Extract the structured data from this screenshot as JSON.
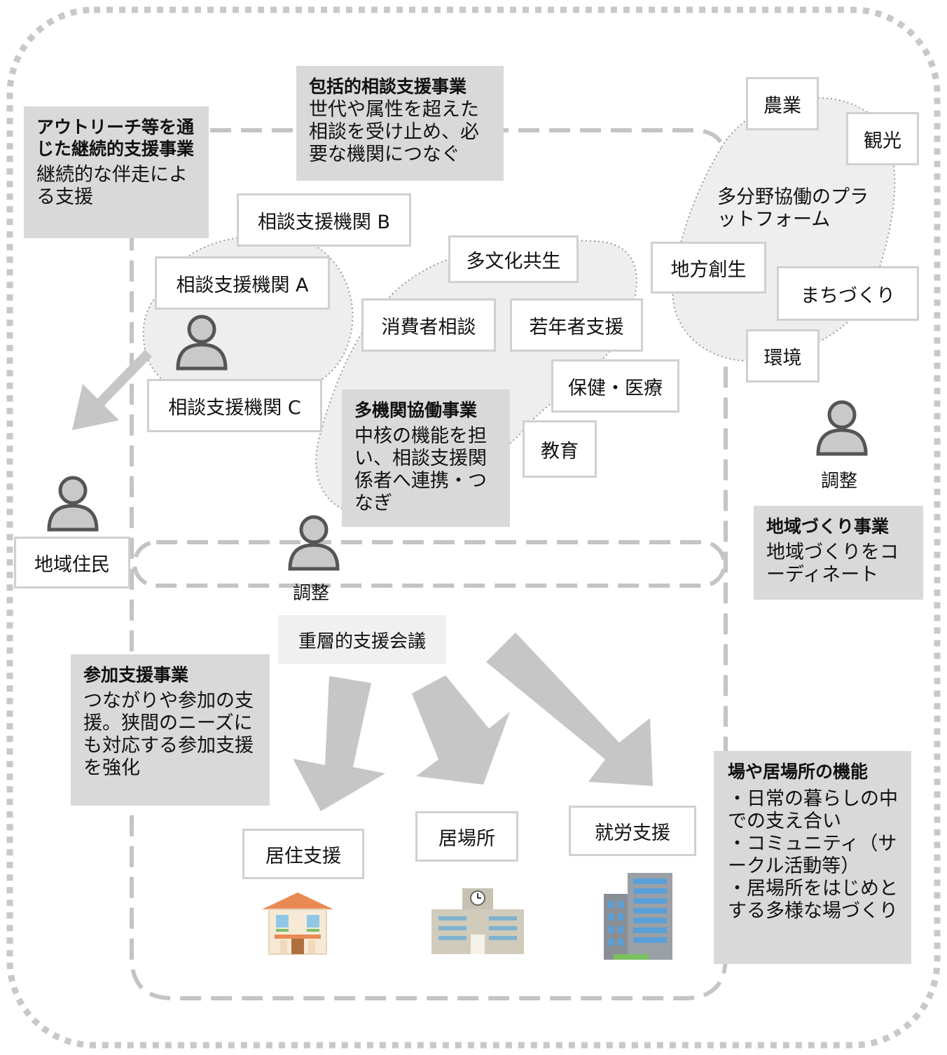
{
  "colors": {
    "panel": "#d9d9d9",
    "border": "#d0d0d0",
    "dash": "#c4c4c4",
    "arrow": "#c6c6c6",
    "text": "#111111"
  },
  "outreach": {
    "title": "アウトリーチ等を通じた継続的支援事業",
    "body": "継続的な伴走による支援"
  },
  "comprehensive": {
    "title": "包括的相談支援事業",
    "body": "世代や属性を超えた相談を受け止め、必要な機関につなぐ"
  },
  "multi_agency": {
    "title": "多機関協働事業",
    "body": "中核の機能を担い、相談支援関係者へ連携・つなぎ"
  },
  "participation": {
    "title": "参加支援事業",
    "body": "つながりや参加の支援。狭間のニーズにも対応する参加支援を強化"
  },
  "community_dev": {
    "title": "地域づくり事業",
    "body": "地域づくりをコーディネート"
  },
  "place_function": {
    "title": "場や居場所の機能",
    "items": [
      "・日常の暮らしの中での支え合い",
      "・コミュニティ（サークル活動等）",
      "・居場所をはじめとする多様な場づくり"
    ]
  },
  "agencies": {
    "a": "相談支援機関 A",
    "b": "相談支援機関 B",
    "c": "相談支援機関 C"
  },
  "fields": {
    "multicultural": "多文化共生",
    "consumer": "消費者相談",
    "youth": "若年者支援",
    "health": "保健・医療",
    "education": "教育"
  },
  "platform": {
    "label": "多分野協働のプラットフォーム",
    "agriculture": "農業",
    "tourism": "観光",
    "regional": "地方創生",
    "town": "まちづくり",
    "environment": "環境"
  },
  "resident": "地域住民",
  "adjust_center": "調整",
  "adjust_right": "調整",
  "meeting": "重層的支援会議",
  "outputs": {
    "housing": "居住支援",
    "place": "居場所",
    "work": "就労支援"
  },
  "icons": [
    "person-icon",
    "house-icon",
    "school-icon",
    "office-building-icon"
  ]
}
